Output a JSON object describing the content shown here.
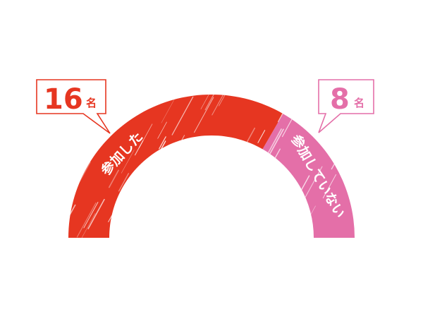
{
  "chart_data": {
    "type": "pie",
    "shape": "semicircle-donut",
    "categories": [
      "参加した",
      "参加していない"
    ],
    "values": [
      16,
      8
    ],
    "unit": "名",
    "colors": [
      "#e63621",
      "#e46fa8"
    ],
    "callouts": [
      {
        "value_text": "16",
        "unit": "名"
      },
      {
        "value_text": "8",
        "unit": "名"
      }
    ]
  }
}
